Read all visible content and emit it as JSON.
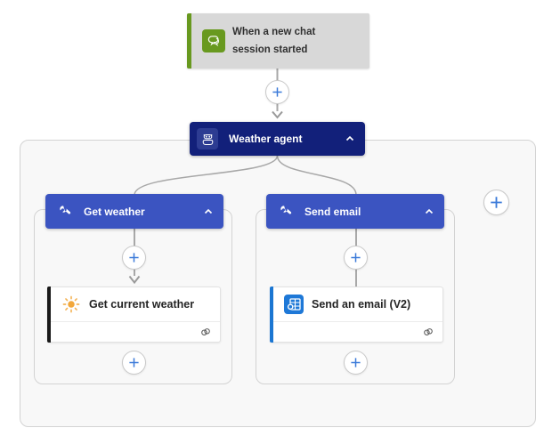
{
  "flow_designer": {
    "trigger": {
      "label": "When a new chat session started",
      "icon": "chat-trigger-icon",
      "accent_color": "#68991f"
    },
    "agent": {
      "label": "Weather agent",
      "icon": "robot-icon",
      "color": "#12207a",
      "collapse_icon": "chevron-up-icon"
    },
    "tools": [
      {
        "label": "Get weather",
        "icon": "wrench-icon",
        "color": "#3b54c1",
        "collapse_icon": "chevron-up-icon",
        "action": {
          "label": "Get current weather",
          "icon": "sun-icon",
          "accent_color": "#1a1a1a",
          "footer_icon": "connection-icon"
        }
      },
      {
        "label": "Send email",
        "icon": "wrench-icon",
        "color": "#3b54c1",
        "collapse_icon": "chevron-up-icon",
        "action": {
          "label": "Send an email (V2)",
          "icon": "outlook-icon",
          "accent_color": "#1b76d2",
          "footer_icon": "connection-icon"
        }
      }
    ],
    "colors": {
      "canvas_background": "#ffffff",
      "scope_background": "#f8f8f8",
      "scope_border": "#d3d3d3",
      "connector_line": "#a8a8a8",
      "plus_icon": "#3b7ad9",
      "trigger_background": "#d8d8d8"
    }
  }
}
